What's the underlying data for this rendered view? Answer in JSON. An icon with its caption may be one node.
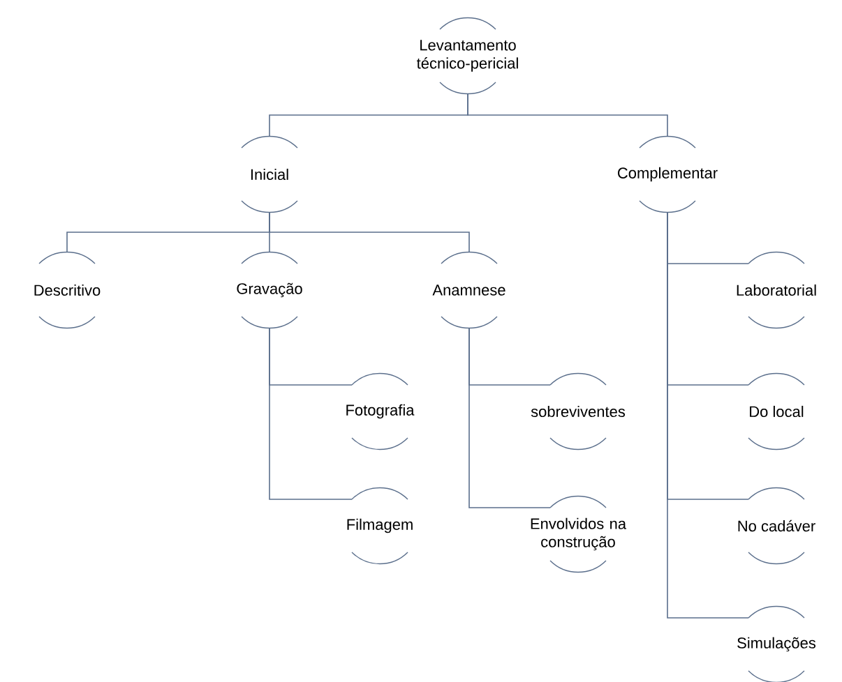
{
  "diagram": {
    "nodes": [
      {
        "text": [
          "Levantamento técnico-pericial"
        ]
      },
      {
        "text": [
          "Inicial"
        ]
      },
      {
        "text": [
          "Complementar"
        ]
      },
      {
        "text": [
          "Descritivo"
        ]
      },
      {
        "text": [
          "Gravação"
        ]
      },
      {
        "text": [
          "Anamnese"
        ]
      },
      {
        "text": [
          "Fotografia"
        ]
      },
      {
        "text": [
          "Filmagem"
        ]
      },
      {
        "text": [
          "sobreviventes"
        ]
      },
      {
        "text": [
          "Envolvidos na construção"
        ]
      },
      {
        "text": [
          "Laboratorial"
        ]
      },
      {
        "text": [
          "Do local"
        ]
      },
      {
        "text": [
          "No cadáver"
        ]
      },
      {
        "text": [
          "Simulações"
        ]
      }
    ],
    "edges": [
      {
        "from": 0,
        "to": 1,
        "arrow": "none"
      },
      {
        "from": 0,
        "to": 2,
        "arrow": "none"
      },
      {
        "from": 1,
        "to": 3,
        "arrow": "none"
      },
      {
        "from": 1,
        "to": 4,
        "arrow": "none"
      },
      {
        "from": 1,
        "to": 5,
        "arrow": "none"
      },
      {
        "from": 4,
        "to": 6,
        "arrow": "none"
      },
      {
        "from": 4,
        "to": 7,
        "arrow": "none"
      },
      {
        "from": 5,
        "to": 8,
        "arrow": "none"
      },
      {
        "from": 5,
        "to": 9,
        "arrow": "none"
      },
      {
        "from": 2,
        "to": 10,
        "arrow": "none"
      },
      {
        "from": 2,
        "to": 11,
        "arrow": "none"
      },
      {
        "from": 2,
        "to": 12,
        "arrow": "none"
      },
      {
        "from": 2,
        "to": 13,
        "arrow": "none"
      }
    ]
  }
}
